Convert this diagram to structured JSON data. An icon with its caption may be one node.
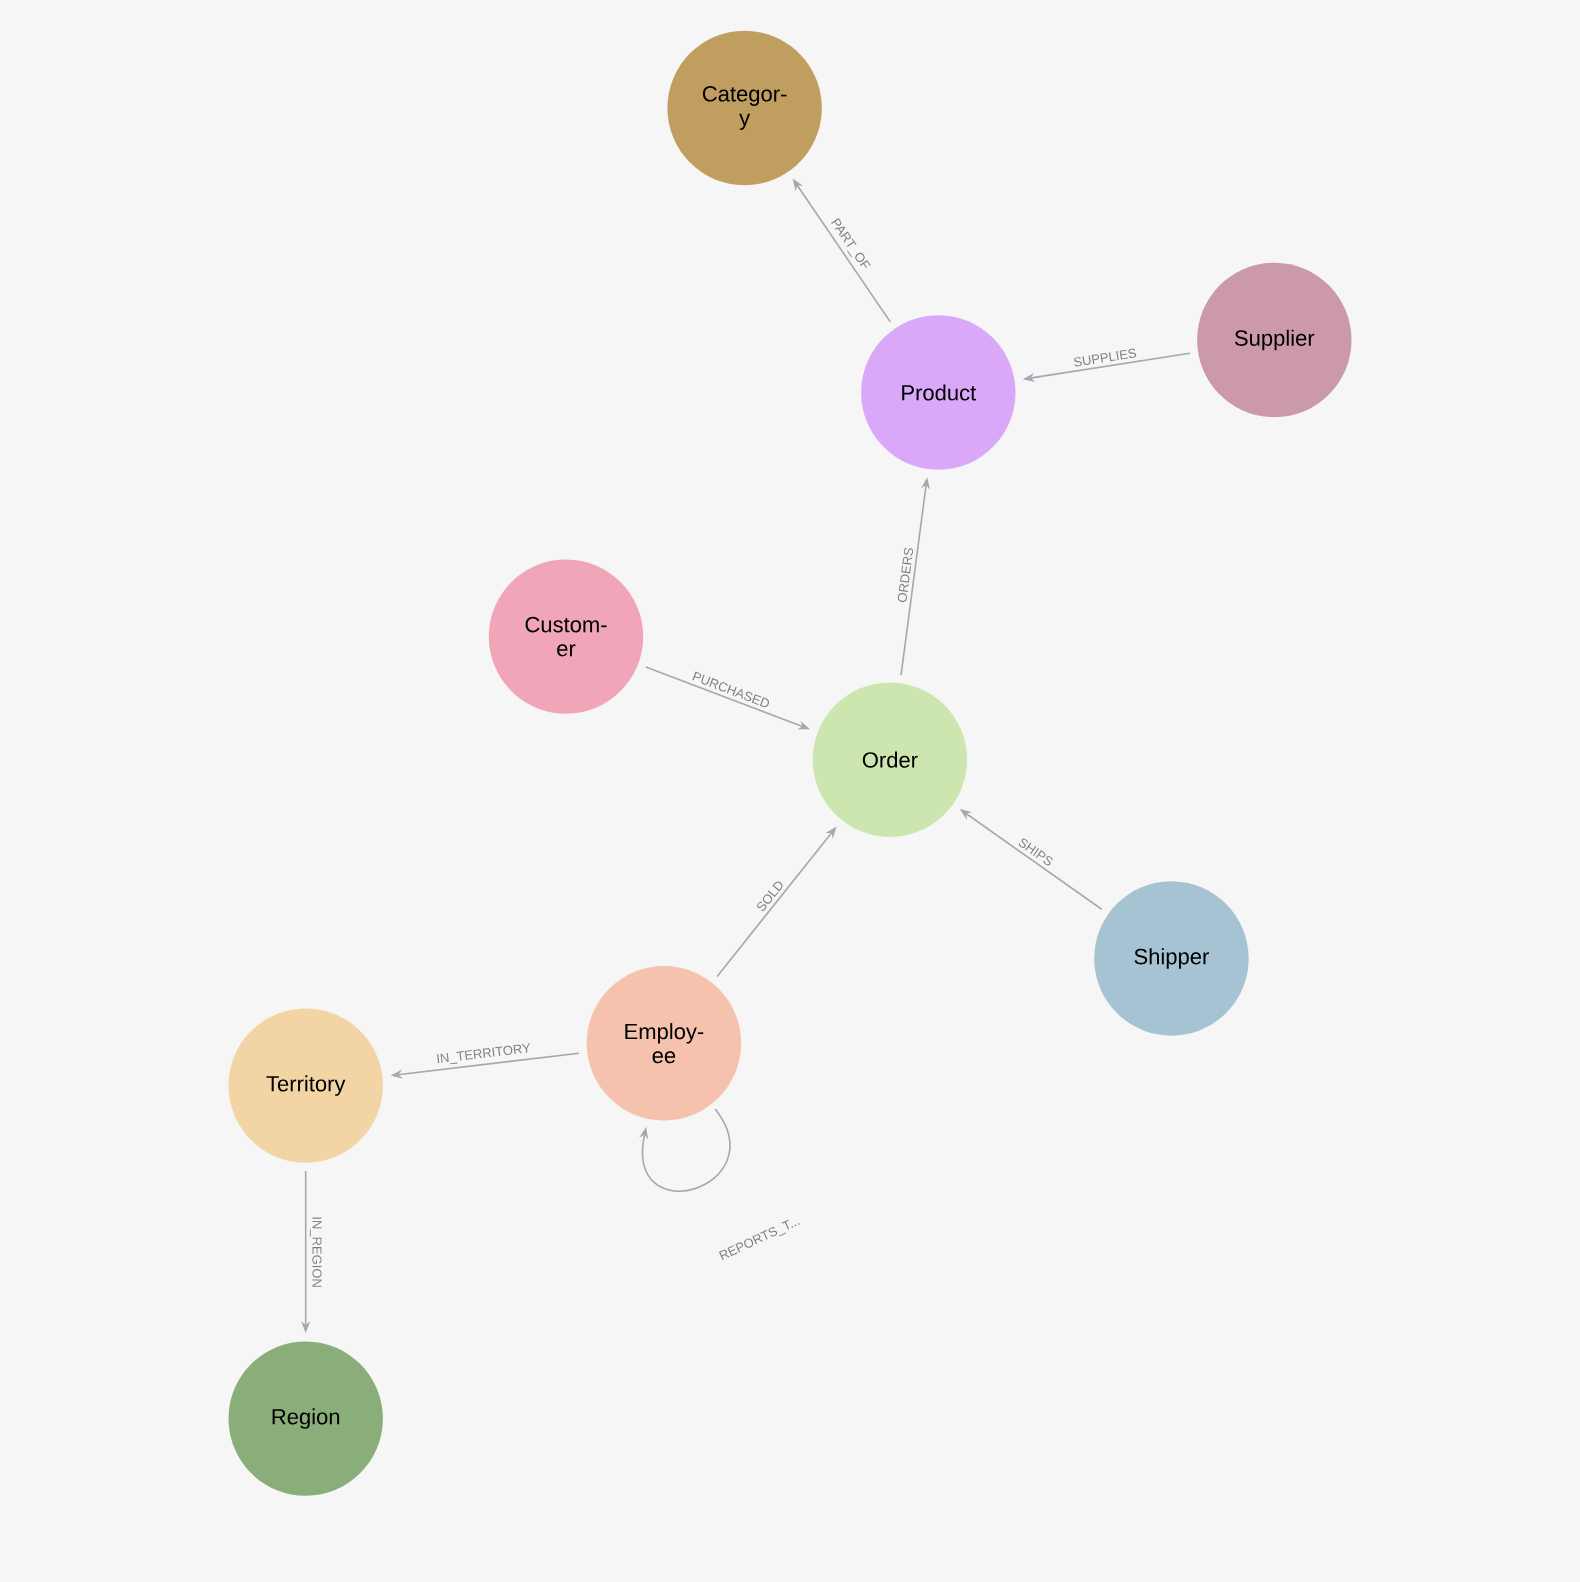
{
  "diagram": {
    "nodes": [
      {
        "text": [
          "Categor- y"
        ]
      },
      {
        "text": [
          "Supplier"
        ]
      },
      {
        "text": [
          "Product"
        ]
      },
      {
        "text": [
          "Custom- er"
        ]
      },
      {
        "text": [
          "Order"
        ]
      },
      {
        "text": [
          "Shipper"
        ]
      },
      {
        "text": [
          "Employ- ee"
        ]
      },
      {
        "text": [
          "Territory"
        ]
      },
      {
        "text": [
          "Region"
        ]
      }
    ],
    "edges": [
      {
        "from": 2,
        "to": 0,
        "arrow": "to",
        "label": "PART_OF"
      },
      {
        "from": 1,
        "to": 2,
        "arrow": "to",
        "label": "SUPPLIES"
      },
      {
        "from": 4,
        "to": 2,
        "arrow": "to",
        "label": "ORDERS"
      },
      {
        "from": 3,
        "to": 4,
        "arrow": "to",
        "label": "PURCHASED"
      },
      {
        "from": 5,
        "to": 4,
        "arrow": "to",
        "label": "SHIPS"
      },
      {
        "from": 6,
        "to": 4,
        "arrow": "to",
        "label": "SOLD"
      },
      {
        "from": 6,
        "to": 7,
        "arrow": "to",
        "label": "IN_TERRITORY"
      },
      {
        "from": 7,
        "to": 8,
        "arrow": "to",
        "label": "IN_REGION"
      },
      {
        "from": 6,
        "to": 6,
        "arrow": "to",
        "label": "REPORTS_T..."
      }
    ]
  }
}
